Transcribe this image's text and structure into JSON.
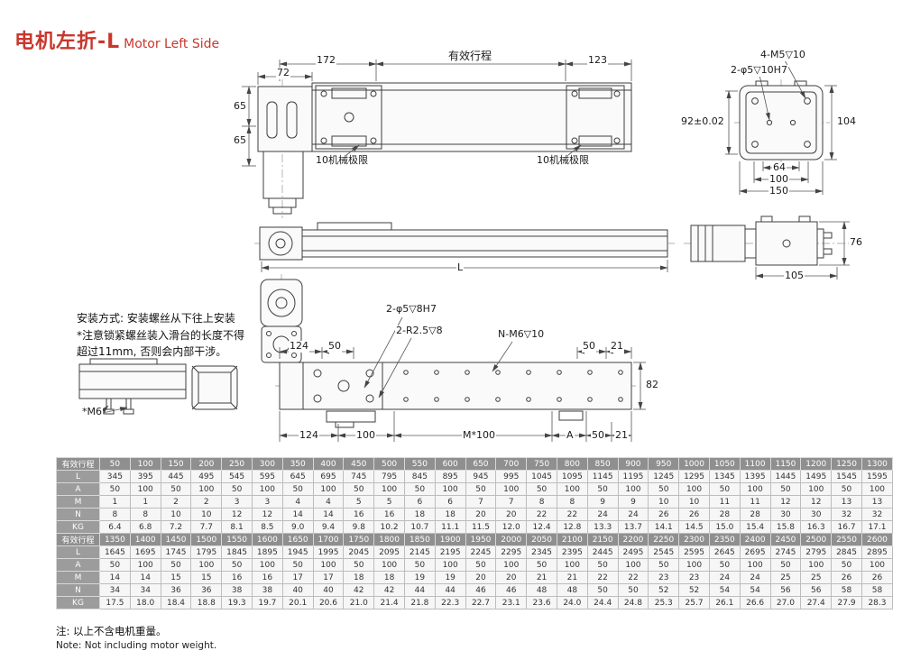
{
  "title": {
    "zh": "电机左折-L",
    "en": "Motor Left Side"
  },
  "colors": {
    "accent": "#c8372d",
    "table_header_bg": "#8f8f8f",
    "table_label_bg": "#9c9c9c"
  },
  "drawing": {
    "top_view": {
      "dim_172": "172",
      "stroke_label": "有效行程",
      "dim_123": "123",
      "dim_72": "72",
      "dim_65_a": "65",
      "dim_65_b": "65",
      "mech_limit_left": "10机械极限",
      "mech_limit_right": "10机械极限"
    },
    "end_view": {
      "label_4m5": "4-M5▽10",
      "label_2phi5": "2-φ5▽10H7",
      "dim_92": "92±0.02",
      "dim_104": "104",
      "dim_64": "64",
      "dim_100": "100",
      "dim_150": "150"
    },
    "side_view": {
      "dim_L": "L",
      "dim_76": "76",
      "dim_105": "105"
    },
    "bottom_view": {
      "label_2phi5_8h7": "2-φ5▽8H7",
      "label_2r25": "2-R2.5▽8",
      "label_nm6": "N-M6▽10",
      "dim_124_top": "124",
      "dim_50_top": "50",
      "dim_50_top_right": "50",
      "dim_21_top_right": "21",
      "dim_82": "82",
      "dim_124_bottom": "124",
      "dim_100_bottom": "100",
      "dim_m100": "M*100",
      "dim_a": "A",
      "dim_50_bottom": "50",
      "dim_21_bottom": "21"
    },
    "install_note": {
      "line1": "安装方式: 安装螺丝从下往上安装",
      "line2": "*注意锁紧螺丝装入滑台的长度不得",
      "line3": "超过11mm, 否则会内部干涉。",
      "m6_label": "*M6"
    }
  },
  "table": {
    "sections": [
      {
        "header_label": "有效行程",
        "strokes": [
          "50",
          "100",
          "150",
          "200",
          "250",
          "300",
          "350",
          "400",
          "450",
          "500",
          "550",
          "600",
          "650",
          "700",
          "750",
          "800",
          "850",
          "900",
          "950",
          "1000",
          "1050",
          "1100",
          "1150",
          "1200",
          "1250",
          "1300"
        ],
        "rows": [
          {
            "label": "L",
            "values": [
              "345",
              "395",
              "445",
              "495",
              "545",
              "595",
              "645",
              "695",
              "745",
              "795",
              "845",
              "895",
              "945",
              "995",
              "1045",
              "1095",
              "1145",
              "1195",
              "1245",
              "1295",
              "1345",
              "1395",
              "1445",
              "1495",
              "1545",
              "1595"
            ]
          },
          {
            "label": "A",
            "values": [
              "50",
              "100",
              "50",
              "100",
              "50",
              "100",
              "50",
              "100",
              "50",
              "100",
              "50",
              "100",
              "50",
              "100",
              "50",
              "100",
              "50",
              "100",
              "50",
              "100",
              "50",
              "100",
              "50",
              "100",
              "50",
              "100"
            ]
          },
          {
            "label": "M",
            "values": [
              "1",
              "1",
              "2",
              "2",
              "3",
              "3",
              "4",
              "4",
              "5",
              "5",
              "6",
              "6",
              "7",
              "7",
              "8",
              "8",
              "9",
              "9",
              "10",
              "10",
              "11",
              "11",
              "12",
              "12",
              "13",
              "13"
            ]
          },
          {
            "label": "N",
            "values": [
              "8",
              "8",
              "10",
              "10",
              "12",
              "12",
              "14",
              "14",
              "16",
              "16",
              "18",
              "18",
              "20",
              "20",
              "22",
              "22",
              "24",
              "24",
              "26",
              "26",
              "28",
              "28",
              "30",
              "30",
              "32",
              "32"
            ]
          },
          {
            "label": "KG",
            "values": [
              "6.4",
              "6.8",
              "7.2",
              "7.7",
              "8.1",
              "8.5",
              "9.0",
              "9.4",
              "9.8",
              "10.2",
              "10.7",
              "11.1",
              "11.5",
              "12.0",
              "12.4",
              "12.8",
              "13.3",
              "13.7",
              "14.1",
              "14.5",
              "15.0",
              "15.4",
              "15.8",
              "16.3",
              "16.7",
              "17.1"
            ]
          }
        ]
      },
      {
        "header_label": "有效行程",
        "strokes": [
          "1350",
          "1400",
          "1450",
          "1500",
          "1550",
          "1600",
          "1650",
          "1700",
          "1750",
          "1800",
          "1850",
          "1900",
          "1950",
          "2000",
          "2050",
          "2100",
          "2150",
          "2200",
          "2250",
          "2300",
          "2350",
          "2400",
          "2450",
          "2500",
          "2550",
          "2600"
        ],
        "rows": [
          {
            "label": "L",
            "values": [
              "1645",
              "1695",
              "1745",
              "1795",
              "1845",
              "1895",
              "1945",
              "1995",
              "2045",
              "2095",
              "2145",
              "2195",
              "2245",
              "2295",
              "2345",
              "2395",
              "2445",
              "2495",
              "2545",
              "2595",
              "2645",
              "2695",
              "2745",
              "2795",
              "2845",
              "2895"
            ]
          },
          {
            "label": "A",
            "values": [
              "50",
              "100",
              "50",
              "100",
              "50",
              "100",
              "50",
              "100",
              "50",
              "100",
              "50",
              "100",
              "50",
              "100",
              "50",
              "100",
              "50",
              "100",
              "50",
              "100",
              "50",
              "100",
              "50",
              "100",
              "50",
              "100"
            ]
          },
          {
            "label": "M",
            "values": [
              "14",
              "14",
              "15",
              "15",
              "16",
              "16",
              "17",
              "17",
              "18",
              "18",
              "19",
              "19",
              "20",
              "20",
              "21",
              "21",
              "22",
              "22",
              "23",
              "23",
              "24",
              "24",
              "25",
              "25",
              "26",
              "26"
            ]
          },
          {
            "label": "N",
            "values": [
              "34",
              "34",
              "36",
              "36",
              "38",
              "38",
              "40",
              "40",
              "42",
              "42",
              "44",
              "44",
              "46",
              "46",
              "48",
              "48",
              "50",
              "50",
              "52",
              "52",
              "54",
              "54",
              "56",
              "56",
              "58",
              "58"
            ]
          },
          {
            "label": "KG",
            "values": [
              "17.5",
              "18.0",
              "18.4",
              "18.8",
              "19.3",
              "19.7",
              "20.1",
              "20.6",
              "21.0",
              "21.4",
              "21.8",
              "22.3",
              "22.7",
              "23.1",
              "23.6",
              "24.0",
              "24.4",
              "24.8",
              "25.3",
              "25.7",
              "26.1",
              "26.6",
              "27.0",
              "27.4",
              "27.9",
              "28.3"
            ]
          }
        ]
      }
    ]
  },
  "notes": {
    "zh": "注: 以上不含电机重量。",
    "en": "Note: Not including motor weight."
  }
}
